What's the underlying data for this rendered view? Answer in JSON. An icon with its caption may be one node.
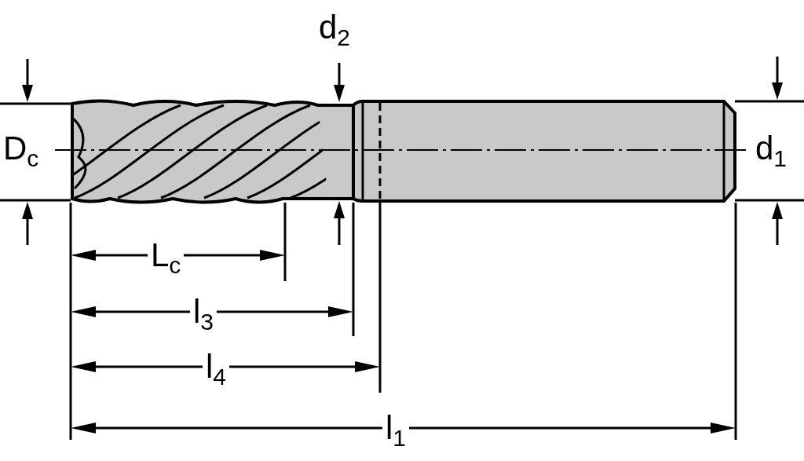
{
  "diagram": {
    "labels": [
      "d$_{2}$",
      "D$_{c}$",
      "d$_{1}$",
      "L$_{c}$",
      "l$_{3}$",
      "l$_{4}$",
      "l$_{1}$"
    ]
  }
}
